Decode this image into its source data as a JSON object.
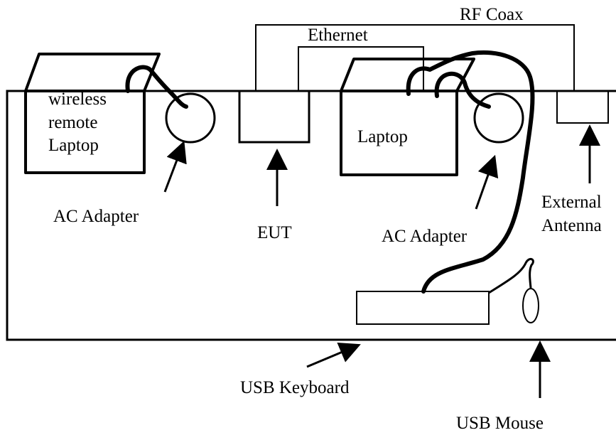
{
  "labels": {
    "rf_coax": "RF Coax",
    "ethernet": "Ethernet",
    "wireless_laptop_line1": "wireless",
    "wireless_laptop_line2": "remote",
    "wireless_laptop_line3": "Laptop",
    "laptop": "Laptop",
    "ac_adapter_left": "AC Adapter",
    "eut": "EUT",
    "ac_adapter_right": "AC Adapter",
    "external_antenna_line1": "External",
    "external_antenna_line2": "Antenna",
    "usb_keyboard": "USB Keyboard",
    "usb_mouse": "USB Mouse"
  }
}
